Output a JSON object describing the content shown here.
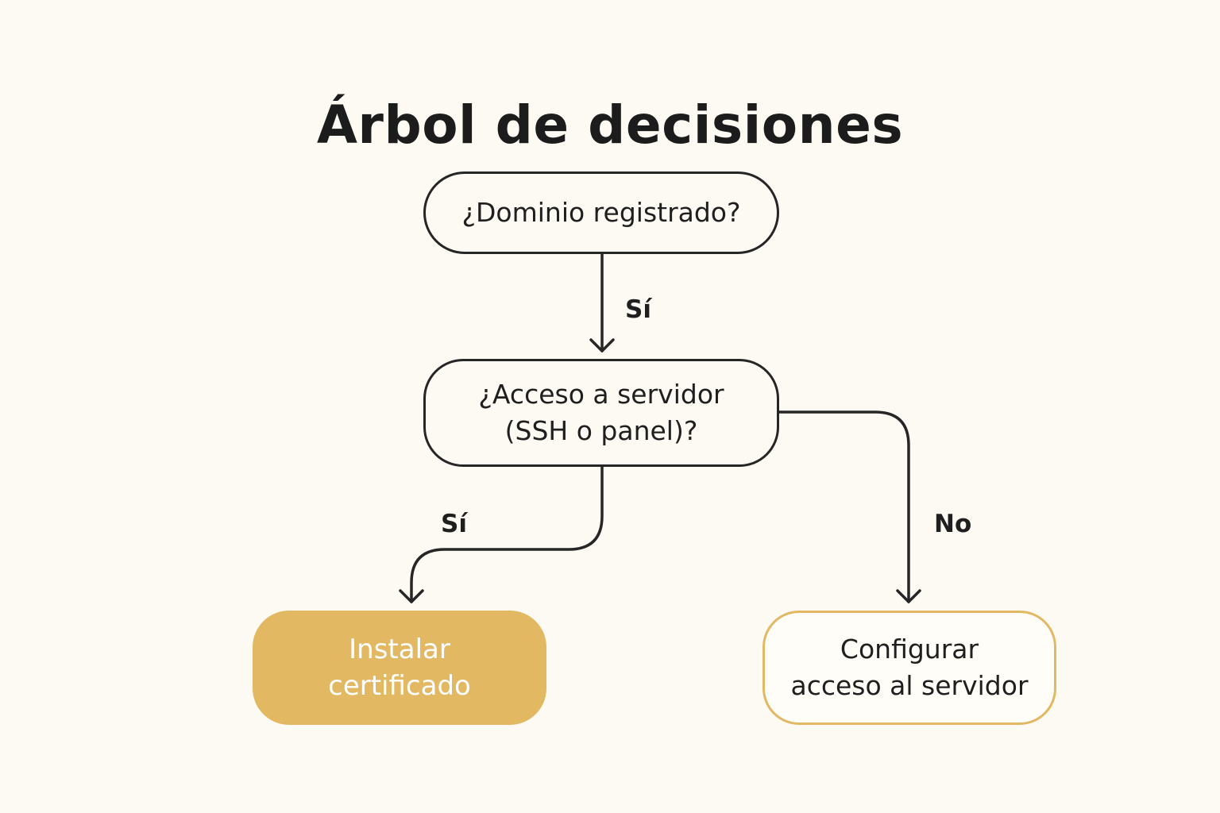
{
  "diagram": {
    "title": "Árbol de decisiones",
    "nodes": {
      "domain_question": "¿Dominio registrado?",
      "server_access_question": "¿Acceso a servidor\n(SSH o panel)?",
      "install_certificate": "Instalar\ncertificado",
      "configure_server_access": "Configurar\nacceso al servidor"
    },
    "edges": {
      "domain_yes": "Sí",
      "access_yes": "Sí",
      "access_no": "No"
    },
    "colors": {
      "accent": "#e2b863",
      "stroke": "#262626",
      "background": "#fdfaf3"
    }
  }
}
